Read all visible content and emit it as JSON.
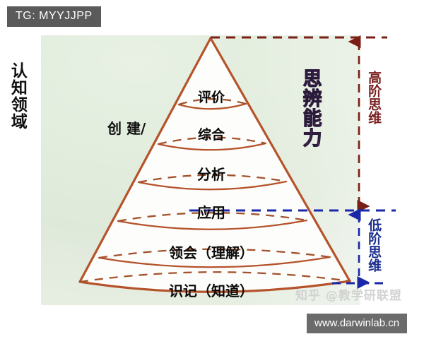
{
  "watermarks": {
    "top_left": "TG: MYYJJPP",
    "zhihu": "知乎 @教学研联盟",
    "site": "www.darwinlab.cn"
  },
  "labels": {
    "cognitive_domain": "认知领域",
    "critical_thinking": "思辨能力",
    "higher_order_thinking": "高阶思维",
    "lower_order_thinking": "低阶思维",
    "create": "创 建/"
  },
  "pyramid": {
    "levels": [
      {
        "id": "evaluate",
        "label": "评价",
        "order": 6
      },
      {
        "id": "synthesize",
        "label": "综合",
        "order": 5
      },
      {
        "id": "analyze",
        "label": "分析",
        "order": 4
      },
      {
        "id": "apply",
        "label": "应用",
        "order": 3
      },
      {
        "id": "comprehend",
        "label": "领会（理解）",
        "order": 2
      },
      {
        "id": "remember",
        "label": "识记（知道）",
        "order": 1
      }
    ]
  },
  "colors": {
    "pyramid_stroke": "#b5532a",
    "panel_background": "#e4eedf",
    "critical_thinking_text": "#d94fd0",
    "higher_order_text": "#7a2020",
    "lower_order_text": "#1c2f8f",
    "high_arrow": "#7a1f16",
    "low_arrow": "#1a27a8",
    "watermark_box": "#5a5a5a"
  }
}
